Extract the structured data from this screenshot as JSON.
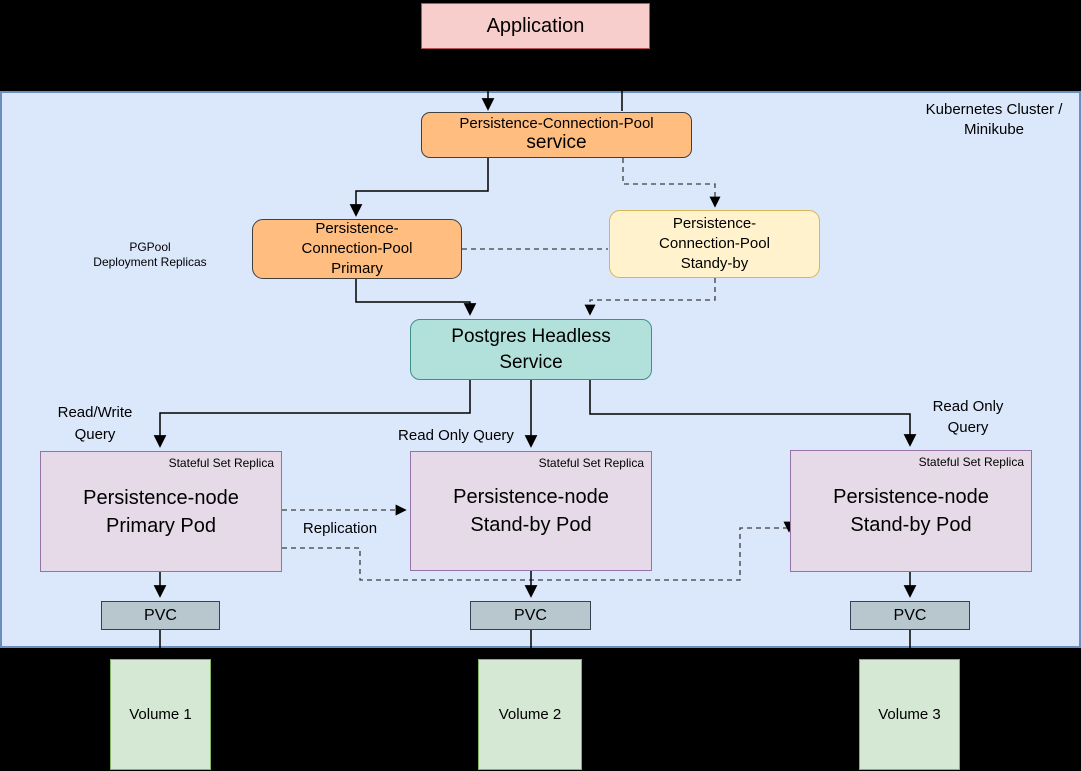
{
  "cluster": {
    "label": "Kubernetes Cluster /\nMinikube",
    "pgpool_group_label": "PGPool\nDeployment Replicas"
  },
  "nodes": {
    "application": {
      "label": "Application"
    },
    "pool_service": {
      "line1": "Persistence-Connection-Pool",
      "line2": "service"
    },
    "pool_primary": {
      "label": "Persistence-\nConnection-Pool\nPrimary"
    },
    "pool_standby": {
      "label": "Persistence-\nConnection-Pool\nStandy-by"
    },
    "headless_service": {
      "label": "Postgres Headless\nService"
    },
    "pods": [
      {
        "badge": "Stateful Set Replica",
        "title": "Persistence-node\nPrimary Pod"
      },
      {
        "badge": "Stateful Set Replica",
        "title": "Persistence-node\nStand-by Pod"
      },
      {
        "badge": "Stateful Set Replica",
        "title": "Persistence-node\nStand-by Pod"
      }
    ],
    "pvcs": [
      "PVC",
      "PVC",
      "PVC"
    ],
    "volumes": [
      "Volume 1",
      "Volume 2",
      "Volume 3"
    ]
  },
  "edge_labels": {
    "read_write": "Read/Write\nQuery",
    "read_only_mid": "Read Only Query",
    "read_only_right": "Read Only\nQuery",
    "replication": "Replication"
  },
  "colors": {
    "cluster-fill": "#dbe8fb",
    "cluster-border": "#6c8ebf",
    "app-fill": "#f8cecc",
    "app-border": "#b85450",
    "pool-fill": "#ffbd80",
    "dark-border": "#404040",
    "standby-fill": "#fff2cc",
    "standby-border": "#d6b656",
    "headless-fill": "#b2e0da",
    "headless-border": "#3a9188",
    "pod-fill": "#e6dae8",
    "pod-border": "#9673a6",
    "pvc-fill": "#b8c6ce",
    "pvc-border": "#314354",
    "volume-fill": "#d5e8d4",
    "volume-border": "#82b366"
  }
}
